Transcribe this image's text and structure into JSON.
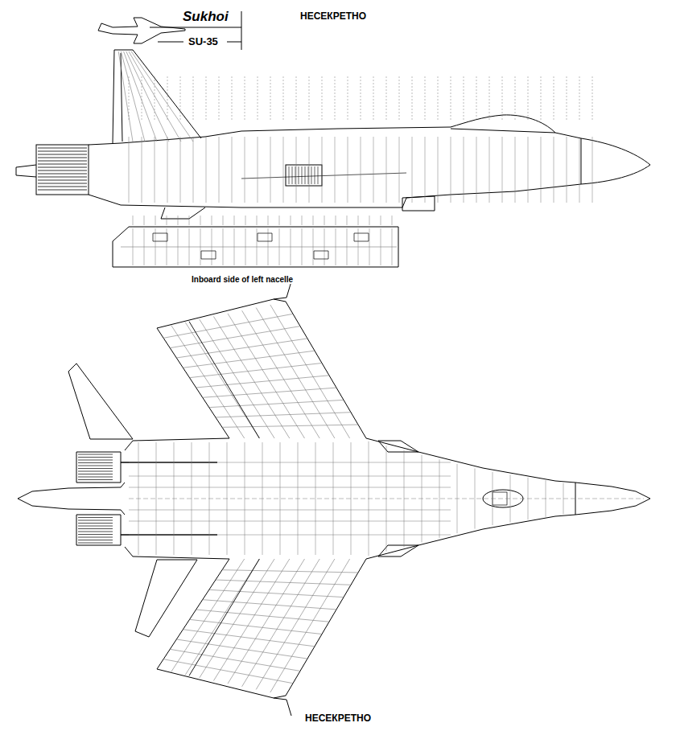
{
  "diagram": {
    "labels": [
      "Sukhoi",
      "SU-35",
      "НЕСЕКРЕТНО",
      "Inboard side of left nacelle",
      "НЕСЕКРЕТНО"
    ]
  }
}
